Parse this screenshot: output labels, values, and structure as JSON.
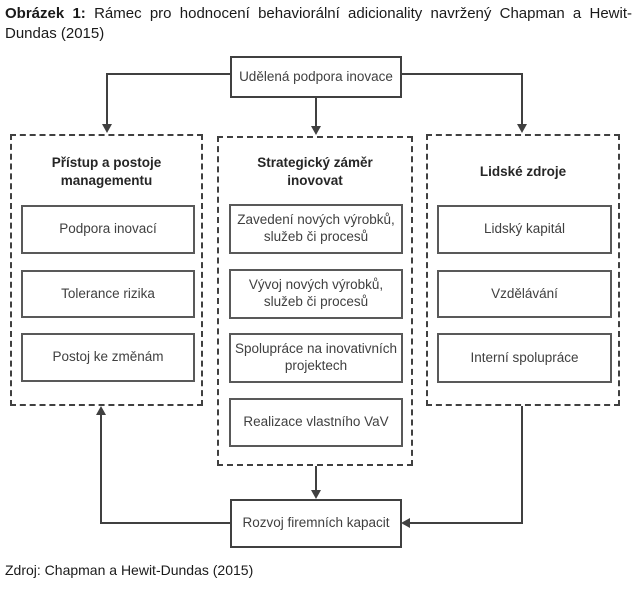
{
  "figure": {
    "caption_label": "Obrázek 1:",
    "caption_text": "Rámec pro hodnocení behaviorální adicionality navržený Chapman a Hewit-Dundas (2015)",
    "source": "Zdroj: Chapman a Hewit-Dundas (2015)"
  },
  "diagram": {
    "top_box": "Udělená podpora inovace",
    "bottom_box": "Rozvoj firemních kapacit",
    "columns": [
      {
        "title": "Přístup a postoje managementu",
        "items": [
          "Podpora inovací",
          "Tolerance rizika",
          "Postoj ke změnám"
        ]
      },
      {
        "title": "Strategický záměr inovovat",
        "items": [
          "Zavedení nových výrobků, služeb či procesů",
          "Vývoj nových výrobků, služeb či procesů",
          "Spolupráce na inovativních projektech",
          "Realizace vlastního VaV"
        ]
      },
      {
        "title": "Lidské zdroje",
        "items": [
          "Lidský kapitál",
          "Vzdělávání",
          "Interní spolupráce"
        ]
      }
    ],
    "arrows": [
      "top-box to column-1",
      "top-box to column-2",
      "top-box to column-3",
      "column-2 to bottom-box",
      "column-3 to bottom-box",
      "bottom-box to column-1"
    ],
    "colors": {
      "line": "#404040",
      "subbox_border": "#595959",
      "box_text": "#404040",
      "caption_text": "#1a1a1a"
    }
  }
}
